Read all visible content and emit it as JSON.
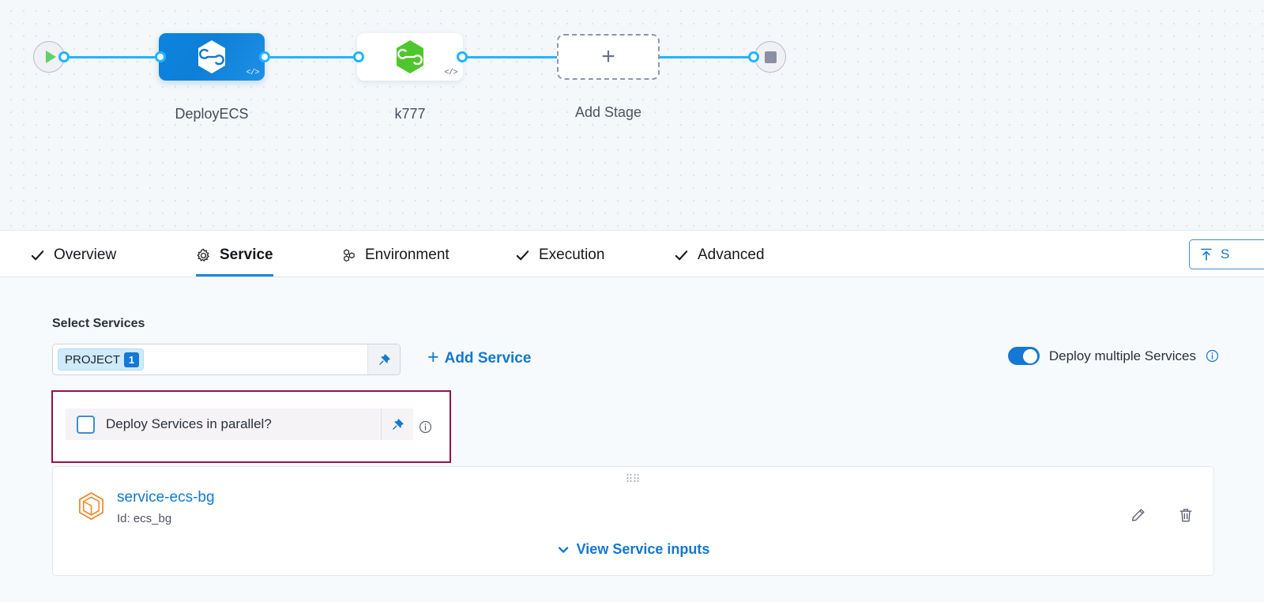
{
  "pipeline": {
    "start_node": {
      "icon": "play-icon"
    },
    "end_node": {
      "icon": "stop-icon"
    },
    "stages": [
      {
        "label": "DeployECS",
        "icon": "harness-hex-icon",
        "code_mark": "</>",
        "state": "selected"
      },
      {
        "label": "k777",
        "icon": "harness-hex-icon",
        "code_mark": "</>",
        "state": "default"
      }
    ],
    "add_stage": {
      "label": "Add Stage",
      "icon": "plus-icon",
      "glyph": "+"
    }
  },
  "tabs": [
    {
      "label": "Overview",
      "icon": "check-icon",
      "active": false
    },
    {
      "label": "Service",
      "icon": "gear-icon",
      "active": true
    },
    {
      "label": "Environment",
      "icon": "environment-icon",
      "active": false
    },
    {
      "label": "Execution",
      "icon": "check-icon",
      "active": false
    },
    {
      "label": "Advanced",
      "icon": "check-icon",
      "active": false
    }
  ],
  "template_button": {
    "label": "S",
    "icon": "upload-template-icon"
  },
  "service_section": {
    "heading": "Select Services",
    "select_field": {
      "chip_label": "PROJECT",
      "chip_count": "1",
      "placeholder": "",
      "pin_icon": "pin-icon"
    },
    "add_service": {
      "label": "Add Service",
      "plus": "+"
    },
    "deploy_multiple": {
      "label": "Deploy multiple Services",
      "enabled": true,
      "info_icon": "info-icon"
    },
    "parallel": {
      "label": "Deploy Services in parallel?",
      "checked": false,
      "pin_icon": "pin-icon",
      "info_icon": "info-icon",
      "highlight_color": "#93124d"
    },
    "service_card": {
      "name": "service-ecs-bg",
      "id_label": "Id: ecs_bg",
      "icon": "service-hex-icon",
      "drag_handle_icon": "drag-dots-icon",
      "edit_icon": "pencil-icon",
      "delete_icon": "trash-icon",
      "view_inputs_label": "View Service inputs",
      "view_inputs_icon": "chevron-down-icon"
    }
  },
  "colors": {
    "accent_blue": "#1278cf",
    "wire_blue": "#1fb6ff",
    "stage_selected": "#0f7fd6",
    "stage_icon_green": "#4fc62b",
    "highlight_magenta": "#93124d",
    "canvas_bg": "#f4f8fb",
    "body_bg": "#f7fafc"
  }
}
